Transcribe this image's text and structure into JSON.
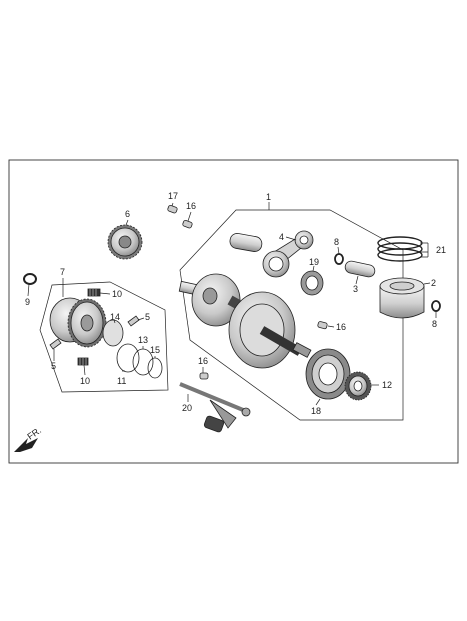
{
  "diagram": {
    "direction_label": "FR.",
    "callouts": [
      "1",
      "2",
      "3",
      "4",
      "5",
      "5",
      "6",
      "7",
      "8",
      "8",
      "9",
      "10",
      "10",
      "11",
      "12",
      "13",
      "14",
      "15",
      "16",
      "16",
      "16",
      "17",
      "18",
      "19",
      "20",
      "21"
    ],
    "colors": {
      "ink": "#222222",
      "light": "#e6e6e6",
      "mid": "#bdbdbd",
      "dark": "#6f6f6f"
    }
  }
}
